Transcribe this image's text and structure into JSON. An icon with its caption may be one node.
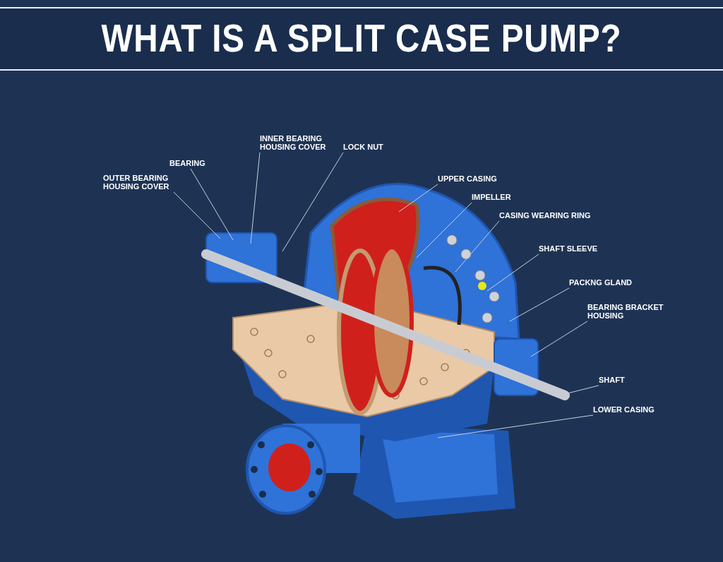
{
  "diagram": {
    "title": "WHAT IS A SPLIT CASE PUMP?",
    "nodes": [
      {
        "text": [
          "OUTER BEARING HOUSING COVER"
        ]
      },
      {
        "text": [
          "BEARING"
        ]
      },
      {
        "text": [
          "INNER BEARING HOUSING COVER"
        ]
      },
      {
        "text": [
          "LOCK NUT"
        ]
      },
      {
        "text": [
          "UPPER CASING"
        ]
      },
      {
        "text": [
          "IMPELLER"
        ]
      },
      {
        "text": [
          "CASING WEARING RING"
        ]
      },
      {
        "text": [
          "SHAFT SLEEVE"
        ]
      },
      {
        "text": [
          "PACKNG GLAND"
        ]
      },
      {
        "text": [
          "BEARING BRACKET HOUSING"
        ]
      },
      {
        "text": [
          "SHAFT"
        ]
      },
      {
        "text": [
          "LOWER CASING"
        ]
      }
    ],
    "edges": [
      {
        "from": 0,
        "to": null,
        "arrow": "none"
      },
      {
        "from": 1,
        "to": null,
        "arrow": "none"
      },
      {
        "from": 2,
        "to": null,
        "arrow": "none"
      },
      {
        "from": 3,
        "to": null,
        "arrow": "none"
      },
      {
        "from": 4,
        "to": null,
        "arrow": "none"
      },
      {
        "from": 5,
        "to": null,
        "arrow": "none"
      },
      {
        "from": 6,
        "to": null,
        "arrow": "none"
      },
      {
        "from": 7,
        "to": null,
        "arrow": "none"
      },
      {
        "from": 8,
        "to": null,
        "arrow": "none"
      },
      {
        "from": 9,
        "to": null,
        "arrow": "none"
      },
      {
        "from": 10,
        "to": null,
        "arrow": "none"
      },
      {
        "from": 11,
        "to": null,
        "arrow": "none"
      }
    ]
  }
}
